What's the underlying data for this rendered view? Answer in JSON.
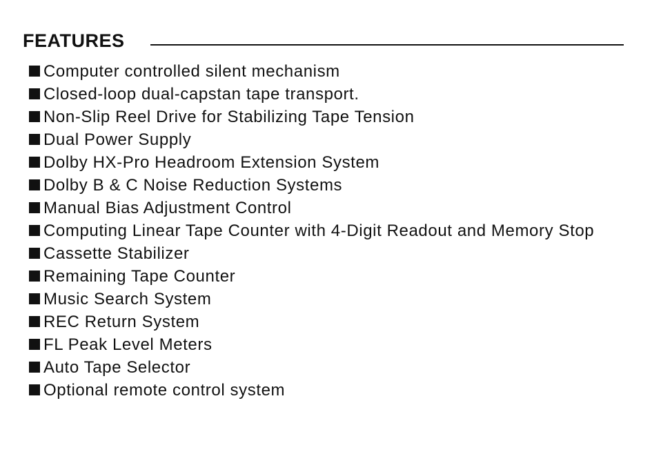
{
  "title": "FEATURES",
  "items": [
    "Computer controlled silent mechanism",
    "Closed-loop dual-capstan tape transport.",
    "Non-Slip Reel Drive for Stabilizing Tape Tension",
    "Dual Power Supply",
    "Dolby HX-Pro Headroom Extension System",
    "Dolby B & C Noise Reduction Systems",
    "Manual Bias Adjustment Control",
    "Computing Linear Tape Counter with 4-Digit Readout and Memory Stop",
    "Cassette Stabilizer",
    "Remaining Tape Counter",
    "Music Search System",
    "REC Return System",
    "FL Peak Level Meters",
    "Auto Tape Selector",
    "Optional remote control system"
  ]
}
